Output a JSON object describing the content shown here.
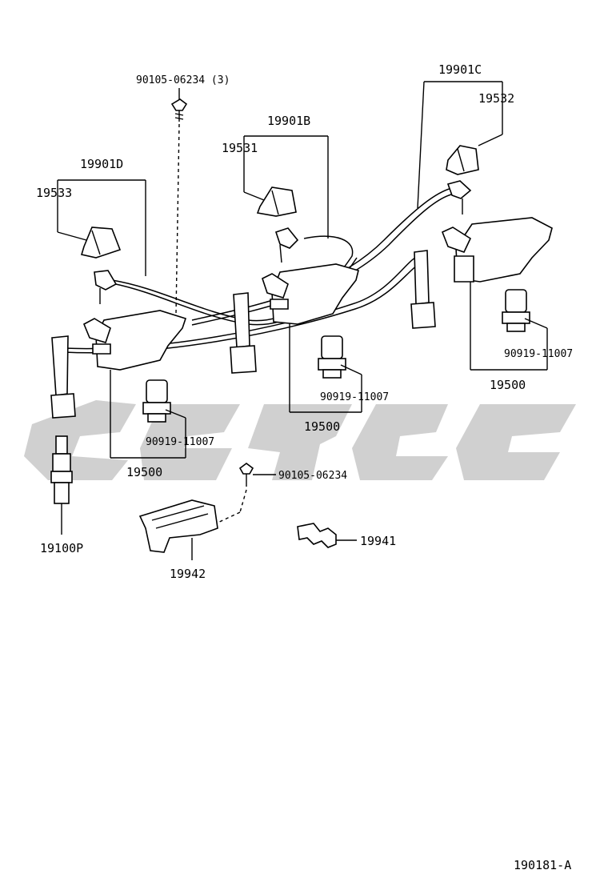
{
  "watermark_color": "#c8c8c8",
  "labels": {
    "bolt_top": "90105-06234 (3)",
    "set_c": "19901C",
    "cap_c": "19532",
    "set_b": "19901B",
    "cap_b": "19531",
    "set_d": "19901D",
    "cap_d": "19533",
    "sensor_right": "90919-11007",
    "coil_right": "19500",
    "sensor_mid": "90919-11007",
    "coil_mid": "19500",
    "sensor_left": "90919-11007",
    "coil_left": "19500",
    "bolt_bottom": "90105-06234",
    "spark_plug": "19100P",
    "clamp_small": "19941",
    "bracket": "19942",
    "figure_code": "190181-A"
  }
}
